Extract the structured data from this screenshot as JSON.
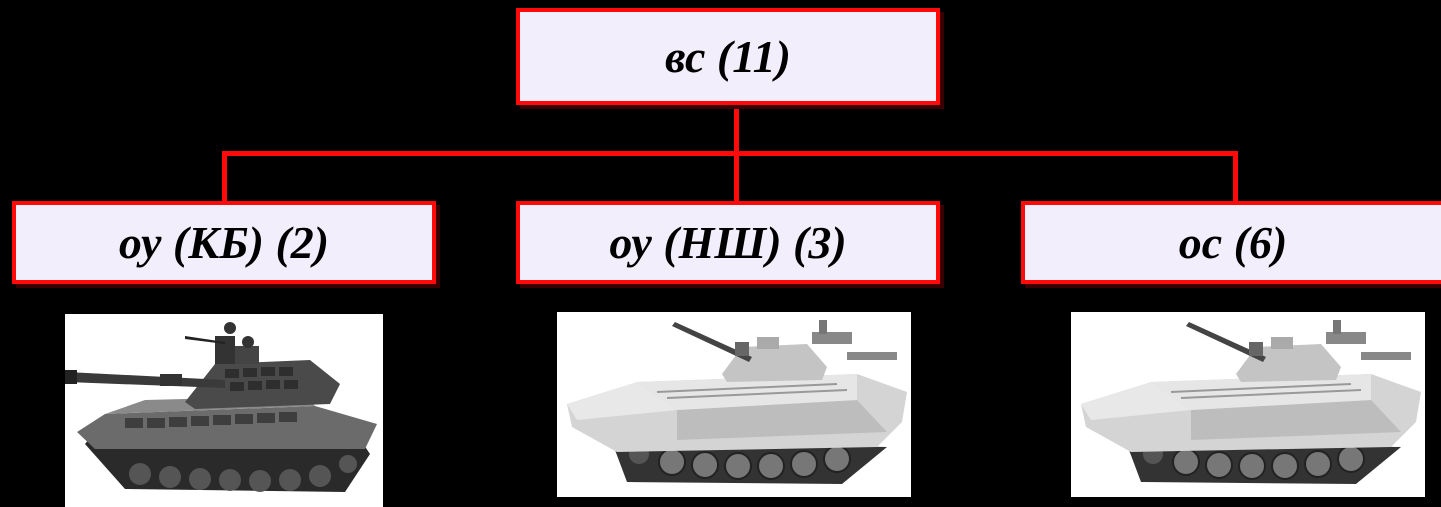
{
  "diagram": {
    "root": {
      "label": "вс (11)"
    },
    "children": [
      {
        "label": "оу (КБ) (2)",
        "image": "tank-icon"
      },
      {
        "label": "оу (НШ) (3)",
        "image": "ifv-icon"
      },
      {
        "label": "ос (6)",
        "image": "ifv-icon"
      }
    ]
  },
  "colors": {
    "background": "#000000",
    "connector": "#ff0a0a",
    "box_fill": "#f3eefb",
    "box_border": "#ff0a0a"
  }
}
